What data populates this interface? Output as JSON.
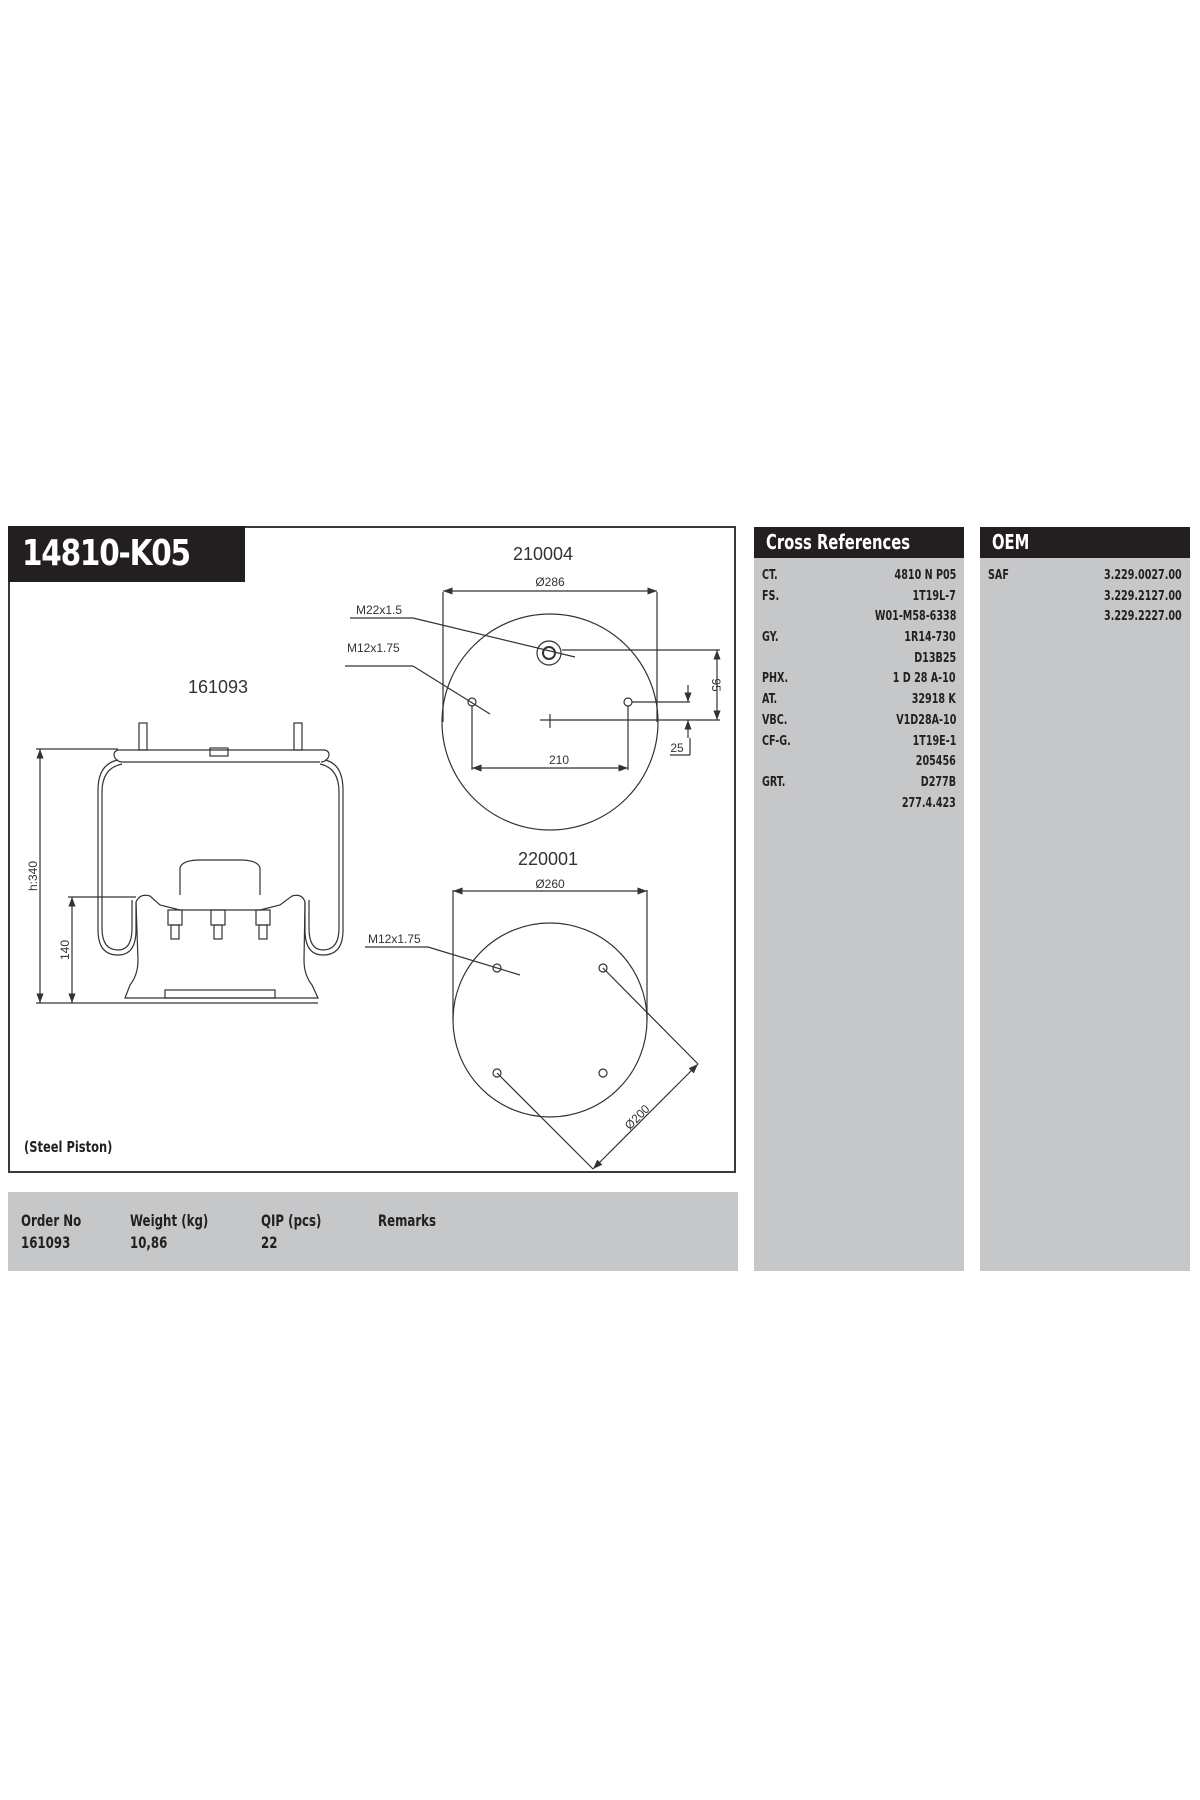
{
  "part": {
    "number": "14810-K05",
    "top_plate_code": "210004",
    "bellows_code": "161093",
    "piston_code": "220001",
    "piston_note": "(Steel Piston)"
  },
  "drawing": {
    "top_plate": {
      "diameter": "Ø286",
      "thread_center": "M22x1.5",
      "thread_bolts": "M12x1.75",
      "bolt_spacing": "210",
      "offset_vertical": "95",
      "offset_small": "25"
    },
    "side_view": {
      "height": "h:340",
      "piston_height": "140"
    },
    "piston": {
      "diameter": "Ø260",
      "thread_bolts": "M12x1.75",
      "bolt_circle": "Ø200"
    }
  },
  "specs": {
    "headers": [
      "Order No",
      "Weight (kg)",
      "QIP (pcs)",
      "Remarks"
    ],
    "values": [
      "161093",
      "10,86",
      "22",
      ""
    ]
  },
  "cross_references": {
    "title": "Cross References",
    "rows": [
      {
        "brand": "CT.",
        "ref": "4810 N P05"
      },
      {
        "brand": "FS.",
        "ref": "1T19L-7"
      },
      {
        "brand": "",
        "ref": "W01-M58-6338"
      },
      {
        "brand": "GY.",
        "ref": "1R14-730"
      },
      {
        "brand": "",
        "ref": "D13B25"
      },
      {
        "brand": "PHX.",
        "ref": "1 D 28 A-10"
      },
      {
        "brand": "AT.",
        "ref": "32918 K"
      },
      {
        "brand": "VBC.",
        "ref": "V1D28A-10"
      },
      {
        "brand": "CF-G.",
        "ref": "1T19E-1"
      },
      {
        "brand": "",
        "ref": "205456"
      },
      {
        "brand": "GRT.",
        "ref": "D277B"
      },
      {
        "brand": "",
        "ref": "277.4.423"
      }
    ]
  },
  "oem": {
    "title": "OEM",
    "rows": [
      {
        "brand": "SAF",
        "ref": "3.229.0027.00"
      },
      {
        "brand": "",
        "ref": "3.229.2127.00"
      },
      {
        "brand": "",
        "ref": "3.229.2227.00"
      }
    ]
  },
  "colors": {
    "header_bg": "#231f20",
    "panel_bg": "#c6c7c9",
    "line": "#3a3a3a"
  }
}
